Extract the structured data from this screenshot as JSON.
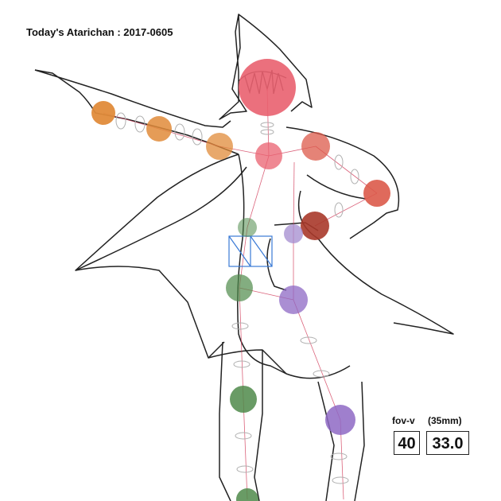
{
  "title": "Today's Atarichan : 2017-0605",
  "camera": {
    "fov_label": "fov-v",
    "fov_value": "40",
    "focal_label": "(35mm)",
    "focal_value": "33.0"
  },
  "colors": {
    "head": "#e9606f",
    "left_arm": "#e08b3a",
    "right_arm": "#dc5a4a",
    "spine": "#4f8a4a",
    "left_leg": "#4f8a4a",
    "right_leg": "#8e68c4",
    "hip": "#a38bcf",
    "outline": "#222222",
    "bone_line": "#d23c5a",
    "selection_box": "#3a7ad6"
  }
}
